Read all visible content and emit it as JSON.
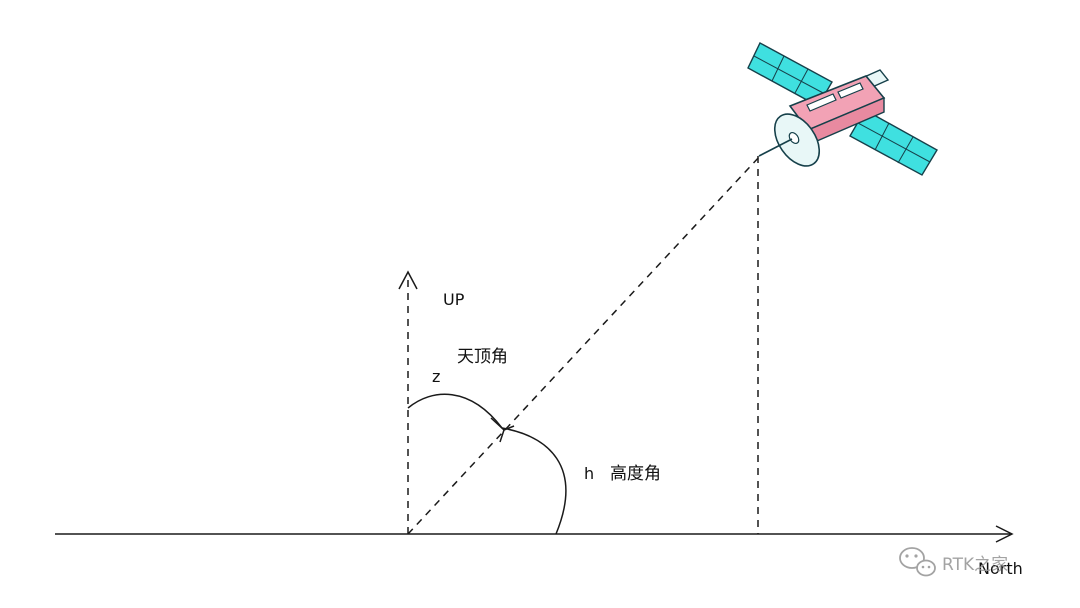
{
  "labels": {
    "up": "UP",
    "zenith_symbol": "z",
    "zenith_name": "天顶角",
    "elevation_symbol": "h",
    "elevation_name": "高度角",
    "north": "North"
  },
  "watermark": {
    "icon": "wechat-icon",
    "text": "RTK之家"
  },
  "colors": {
    "line": "#1a1a1a",
    "solar_panel": "#3fe0e0",
    "satellite_body": "#f2a2b5",
    "watermark": "#9a9a9a"
  }
}
